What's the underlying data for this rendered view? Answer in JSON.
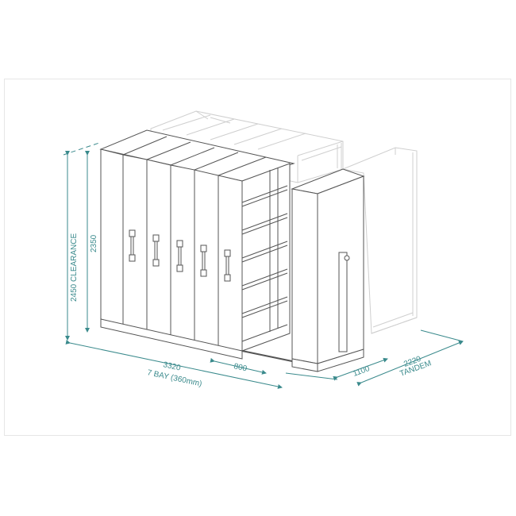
{
  "diagram": {
    "subject": "Mobile compactus shelving system, isometric view",
    "colors": {
      "line": "#555555",
      "ghost_line": "#c8c8c8",
      "dimension": "#3a8a8c",
      "frame": "#e6e6e6"
    },
    "units": "mm",
    "dimensions": {
      "overall_height": {
        "value": "2450",
        "label": "CLEARANCE"
      },
      "unit_height": {
        "value": "2350"
      },
      "length": {
        "value": "3320",
        "label": "7 BAY (360mm)"
      },
      "aisle": {
        "value": "800"
      },
      "depth": {
        "value": "1100"
      },
      "tandem_depth": {
        "value": "2220",
        "label": "TANDEM"
      }
    },
    "components": {
      "mobile_units": 5,
      "open_bay_shelves": 6,
      "fixed_end_unit": 1,
      "ghost_rear_units": "tandem row behind"
    }
  }
}
